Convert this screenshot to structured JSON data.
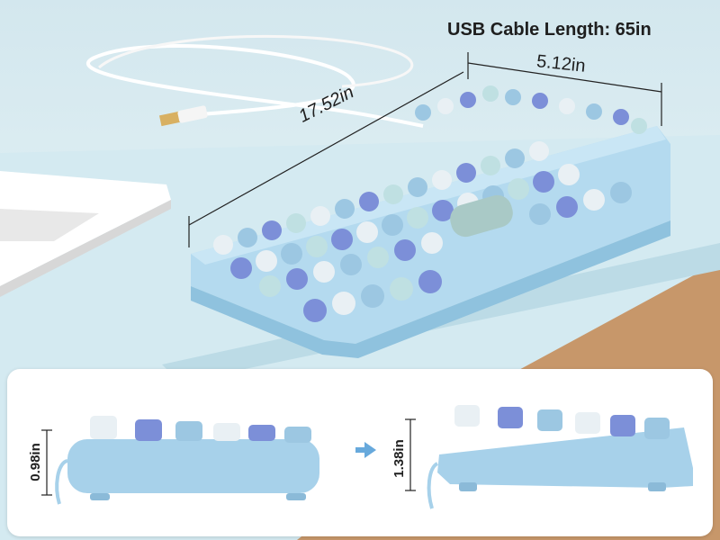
{
  "headline": "USB Cable Length: 65in",
  "dimensions": {
    "width": "5.12in",
    "length": "17.52in",
    "height_low": "0.98in",
    "height_high": "1.38in"
  },
  "colors": {
    "keycap_light": "#e9f0f4",
    "keycap_blue": "#9cc7e2",
    "keycap_periwinkle": "#7c8fd8",
    "keycap_mint": "#bfe0e2",
    "body": "#a9d3ea",
    "desk": "#d7edf3",
    "wood": "#c8996a"
  }
}
